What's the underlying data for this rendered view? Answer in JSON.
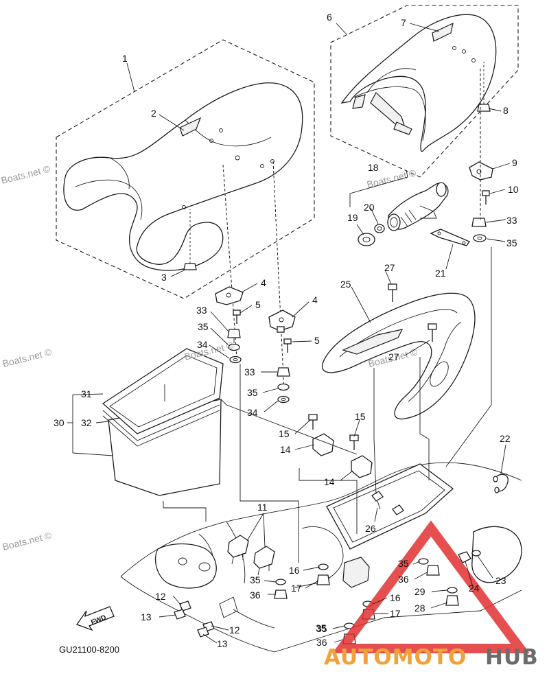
{
  "diagram": {
    "code": "GU21100-8200",
    "fwd_label": "FWD",
    "watermarks": [
      "Boats.net ©",
      "Boats.net ©",
      "Boats.net ©",
      "Boats.net ©",
      "Boats.net ©",
      "Boats.net ©"
    ],
    "brand": {
      "part1": "AUTOMOTO",
      "part2": "HUB",
      "accent_color": "#f0a13a",
      "dark_color": "#6b6b6b",
      "triangle_color": "#e03030"
    },
    "callouts": [
      "1",
      "2",
      "3",
      "4",
      "4",
      "5",
      "5",
      "6",
      "7",
      "8",
      "9",
      "10",
      "11",
      "12",
      "12",
      "13",
      "13",
      "14",
      "14",
      "15",
      "15",
      "16",
      "16",
      "17",
      "17",
      "18",
      "19",
      "20",
      "21",
      "22",
      "23",
      "24",
      "25",
      "26",
      "27",
      "27",
      "28",
      "29",
      "30",
      "31",
      "32",
      "33",
      "33",
      "33",
      "34",
      "34",
      "35",
      "35",
      "35",
      "35",
      "35",
      "35",
      "35",
      "36",
      "36",
      "36"
    ]
  }
}
